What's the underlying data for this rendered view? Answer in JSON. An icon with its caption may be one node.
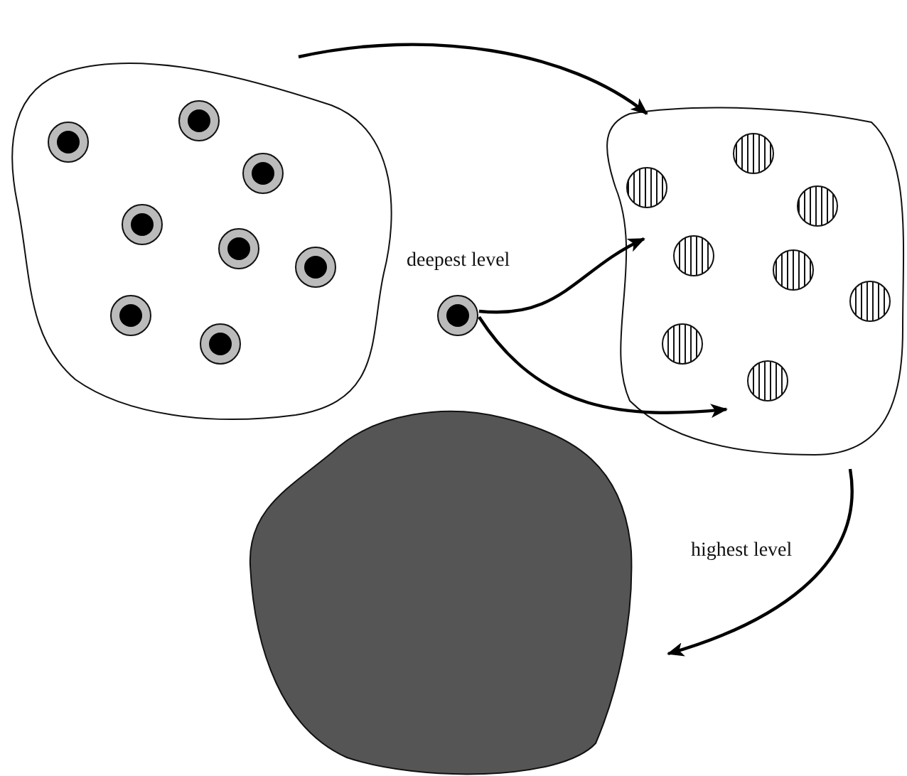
{
  "diagram": {
    "nodes": [
      {
        "text": [],
        "shape": "blob"
      },
      {
        "text": [],
        "shape": "blob"
      },
      {
        "text": [],
        "shape": "circle"
      },
      {
        "text": [],
        "shape": "blob"
      }
    ],
    "edges": [
      {
        "from": 0,
        "to": 1,
        "arrow": "to"
      },
      {
        "from": 2,
        "to": 1,
        "arrow": "to"
      },
      {
        "from": 2,
        "to": 1,
        "arrow": "to"
      },
      {
        "from": 1,
        "to": 3,
        "arrow": "to",
        "label": "highest level"
      }
    ],
    "labels": [
      "deepest level"
    ]
  }
}
